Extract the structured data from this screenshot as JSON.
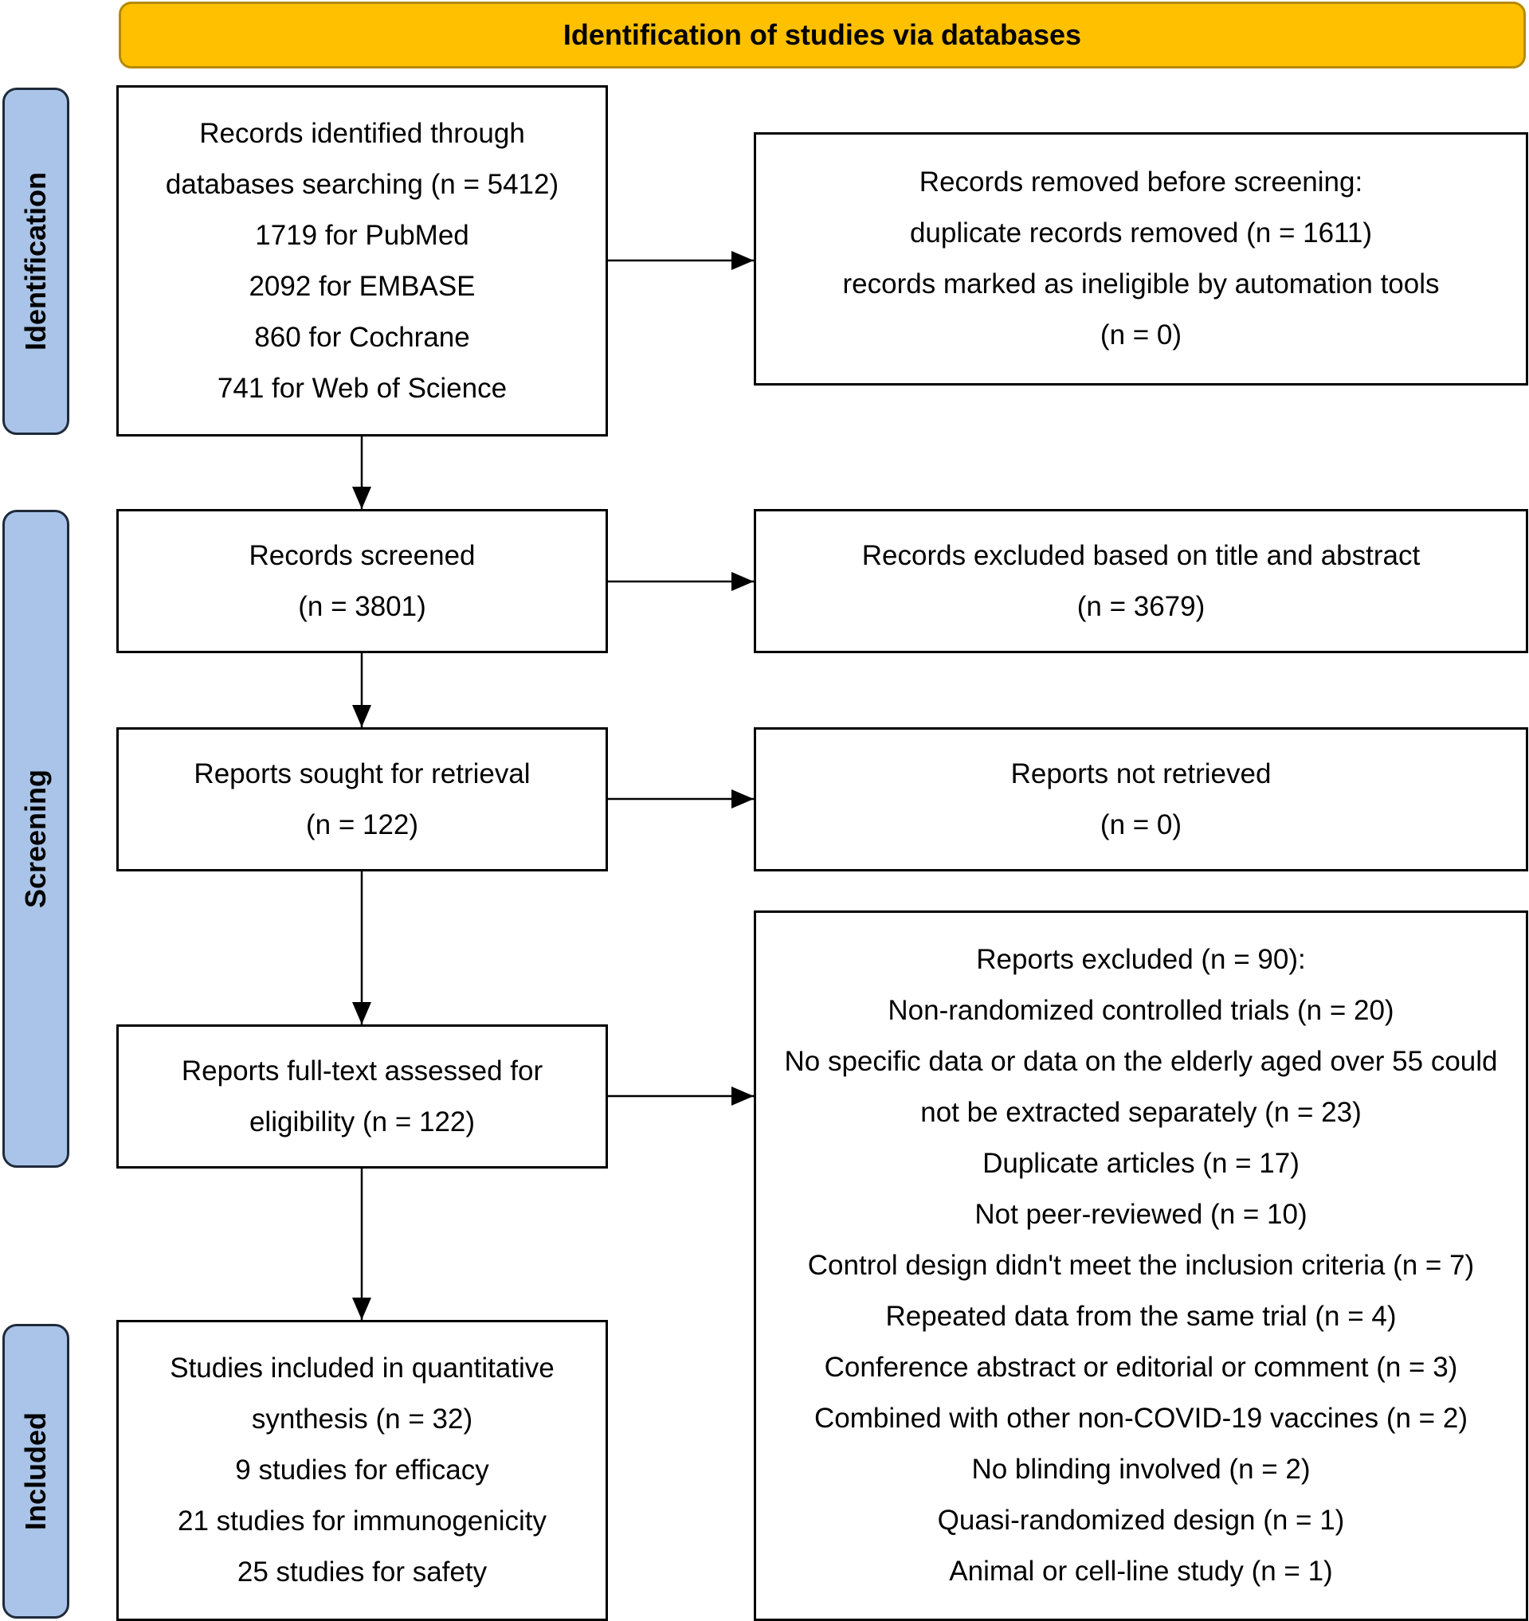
{
  "header": {
    "title": "Identification of studies via databases"
  },
  "phases": {
    "identification": "Identification",
    "screening": "Screening",
    "included": "Included"
  },
  "boxes": {
    "records_identified": [
      "Records identified through",
      "databases searching (n = 5412)",
      "1719 for PubMed",
      "2092 for EMBASE",
      "860 for Cochrane",
      "741 for Web of Science"
    ],
    "records_removed": [
      "Records removed before screening:",
      "duplicate records removed (n = 1611)",
      "records marked as ineligible by automation tools",
      "(n = 0)"
    ],
    "records_screened": [
      "Records screened",
      "(n = 3801)"
    ],
    "records_excluded": [
      "Records excluded based on title and abstract",
      "(n = 3679)"
    ],
    "reports_sought": [
      "Reports sought for retrieval",
      "(n = 122)"
    ],
    "reports_not_retrieved": [
      "Reports not retrieved",
      "(n = 0)"
    ],
    "reports_assessed": [
      "Reports full-text assessed for",
      "eligibility (n = 122)"
    ],
    "reports_excluded": [
      "Reports excluded (n = 90):",
      "Non-randomized controlled trials (n = 20)",
      "No specific data or data on the elderly aged over 55 could",
      "not be extracted separately (n = 23)",
      "Duplicate articles (n = 17)",
      "Not peer-reviewed (n = 10)",
      "Control design didn't meet the inclusion criteria (n = 7)",
      "Repeated data from the same trial (n = 4)",
      "Conference abstract or editorial or comment (n = 3)",
      "Combined with other non-COVID-19 vaccines (n = 2)",
      "No blinding involved (n = 2)",
      "Quasi-randomized design (n = 1)",
      "Animal or cell-line study (n = 1)"
    ],
    "studies_included": [
      "Studies included in quantitative",
      "synthesis (n = 32)",
      "9 studies for efficacy",
      "21 studies for immunogenicity",
      "25 studies for safety"
    ]
  },
  "colors": {
    "header_fill": "#FFC000",
    "phase_fill": "#A9C4E8",
    "line": "#000000"
  }
}
